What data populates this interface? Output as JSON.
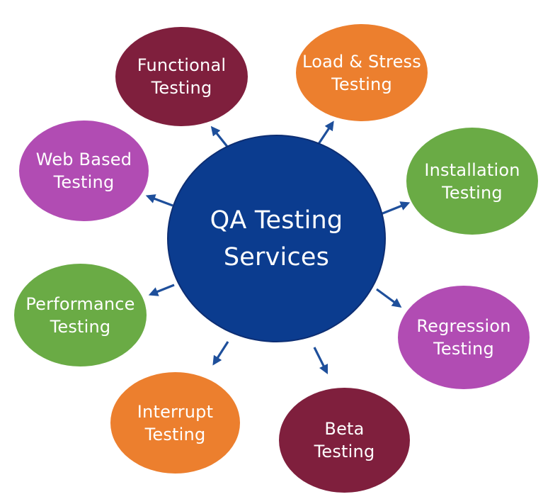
{
  "center": {
    "line1": "QA Testing",
    "line2": "Services",
    "color": "#0b3c8f"
  },
  "nodes": [
    {
      "id": "functional",
      "line1": "Functional",
      "line2": "Testing",
      "color": "#7f1f3d"
    },
    {
      "id": "load-stress",
      "line1": "Load & Stress",
      "line2": "Testing",
      "color": "#ec7f2e"
    },
    {
      "id": "installation",
      "line1": "Installation",
      "line2": "Testing",
      "color": "#6aab45"
    },
    {
      "id": "regression",
      "line1": "Regression",
      "line2": "Testing",
      "color": "#b14cb3"
    },
    {
      "id": "beta",
      "line1": "Beta",
      "line2": "Testing",
      "color": "#7f1f3d"
    },
    {
      "id": "interrupt",
      "line1": "Interrupt",
      "line2": "Testing",
      "color": "#ec7f2e"
    },
    {
      "id": "performance",
      "line1": "Performance",
      "line2": "Testing",
      "color": "#6aab45"
    },
    {
      "id": "web-based",
      "line1": "Web Based",
      "line2": "Testing",
      "color": "#b14cb3"
    }
  ],
  "arrow_color": "#1e4f9b"
}
